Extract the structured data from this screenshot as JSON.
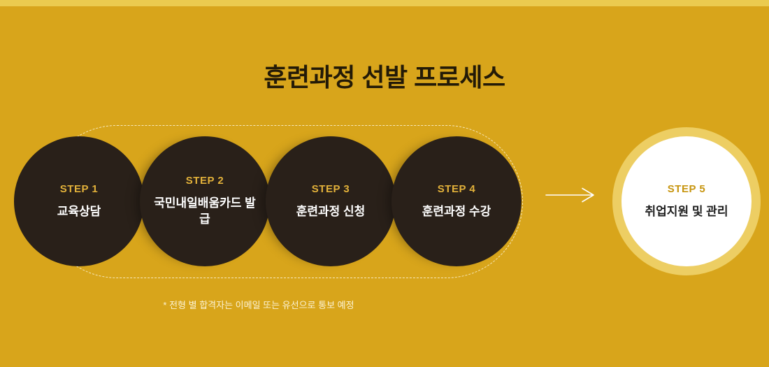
{
  "header": {
    "title": "훈련과정 선발 프로세스"
  },
  "process": {
    "steps": [
      {
        "label": "STEP 1",
        "text": "교육상담"
      },
      {
        "label": "STEP 2",
        "text": "국민내일배움카드 발급"
      },
      {
        "label": "STEP 3",
        "text": "훈련과정 신청"
      },
      {
        "label": "STEP 4",
        "text": "훈련과정 수강"
      },
      {
        "label": "STEP 5",
        "text": "취업지원 및 관리"
      }
    ],
    "arrow_icon": "arrow-right"
  },
  "footnote": "* 전형 별 합격자는 이메일 또는 유선으로 통보 예정",
  "colors": {
    "background": "#D8A51B",
    "top_strip": "#EBCB4F",
    "title_text": "#231A07",
    "circle_dark": "#292019",
    "step_label_gold": "#E2B13A",
    "circle_text": "#FFFFFF",
    "step5_ring": "#EDCE63",
    "step5_label": "#C7950F",
    "step5_text": "#1E1E1E",
    "footnote": "#FCF3D4",
    "frame_dash": "rgba(255,250,230,0.8)",
    "arrow": "#FFFFFF"
  }
}
